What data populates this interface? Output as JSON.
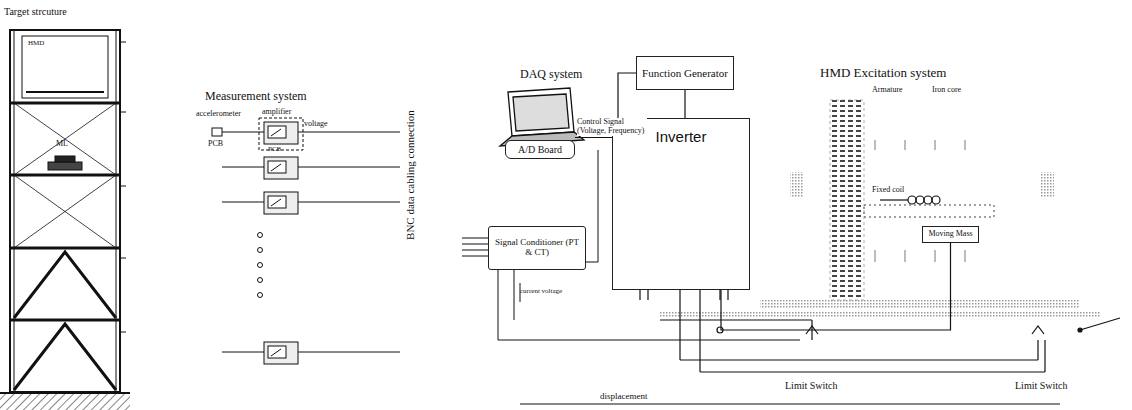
{
  "diagram": {
    "nodes": [
      {
        "text": [
          "A/D Board"
        ]
      },
      {
        "text": [
          "Signal Conditioner (PT & CT)"
        ]
      },
      {
        "text": [
          "Function Generator"
        ]
      },
      {
        "text": [
          "Inverter"
        ]
      },
      {
        "text": [
          "Moving Mass"
        ]
      }
    ],
    "edges": [
      {
        "from": 0,
        "to": 2,
        "label": "Control Signal (Voltage, Frequency)",
        "arrow": "none"
      },
      {
        "from": 2,
        "to": 3,
        "arrow": "none"
      },
      {
        "from": 3,
        "to": 4,
        "arrow": "none"
      }
    ],
    "labels": [
      "Target strcuture",
      "Measurement system",
      "DAQ system",
      "HMD Excitation system",
      "accelerometer",
      "amplifier",
      "PCB",
      "PCB",
      "voltage",
      "BNC data cabling connection",
      "current voltage",
      "Armature",
      "Iron core",
      "Fixed coil",
      "Limit Switch",
      "Limit Switch",
      "displacement",
      "ML",
      "HMD"
    ]
  }
}
